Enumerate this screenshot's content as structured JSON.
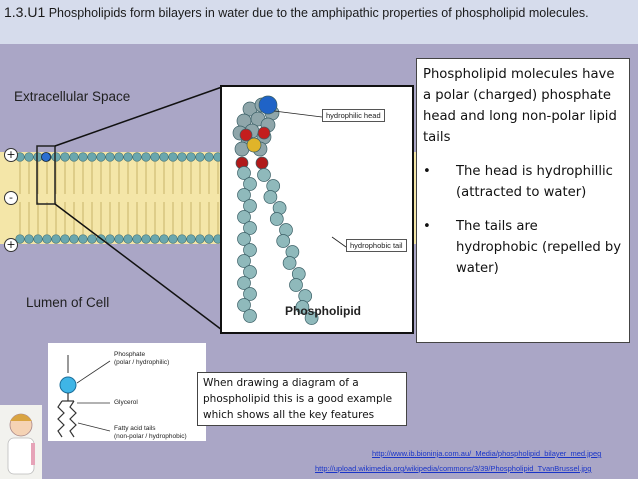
{
  "header": {
    "code": "1.3.U1",
    "text": " Phospholipids form bilayers in water due to the amphipathic properties of phospholipid molecules."
  },
  "membrane": {
    "extracellular_label": "Extracellular Space",
    "lumen_label": "Lumen of Cell",
    "signs": [
      "+",
      "-",
      "+"
    ]
  },
  "inset": {
    "hydrophilic_label": "hydrophilic head",
    "hydrophobic_label": "hydrophobic tail",
    "caption": "Phospholipid"
  },
  "info": {
    "intro": "Phospholipid molecules have a polar (charged) phosphate head and long non-polar lipid tails",
    "bullets": [
      "The head is hydrophillic (attracted to water)",
      "The tails are hydrophobic (repelled by water)"
    ],
    "bullet_char": "•"
  },
  "diagram": {
    "phosphate": "Phosphate\n(polar / hydrophilic)",
    "glycerol": "Glycerol",
    "tails": "Fatty acid tails\n(non-polar / hydrophobic)"
  },
  "note": "When drawing a diagram of a phospholipid this is a good example which shows all the key features",
  "sources": [
    "http://www.ib.bioninja.com.au/_Media/phospholipid_bilayer_med.jpeg",
    "http://upload.wikimedia.org/wikipedia/commons/3/39/Phospholipid_TvanBrussel.jpg"
  ],
  "colors": {
    "slide_bg": "#aaa6c6",
    "header_bg": "#d6dcec",
    "membrane_band": "#f4e6a8",
    "head_bead": "#6aa7ae",
    "link": "#1a35c8"
  }
}
